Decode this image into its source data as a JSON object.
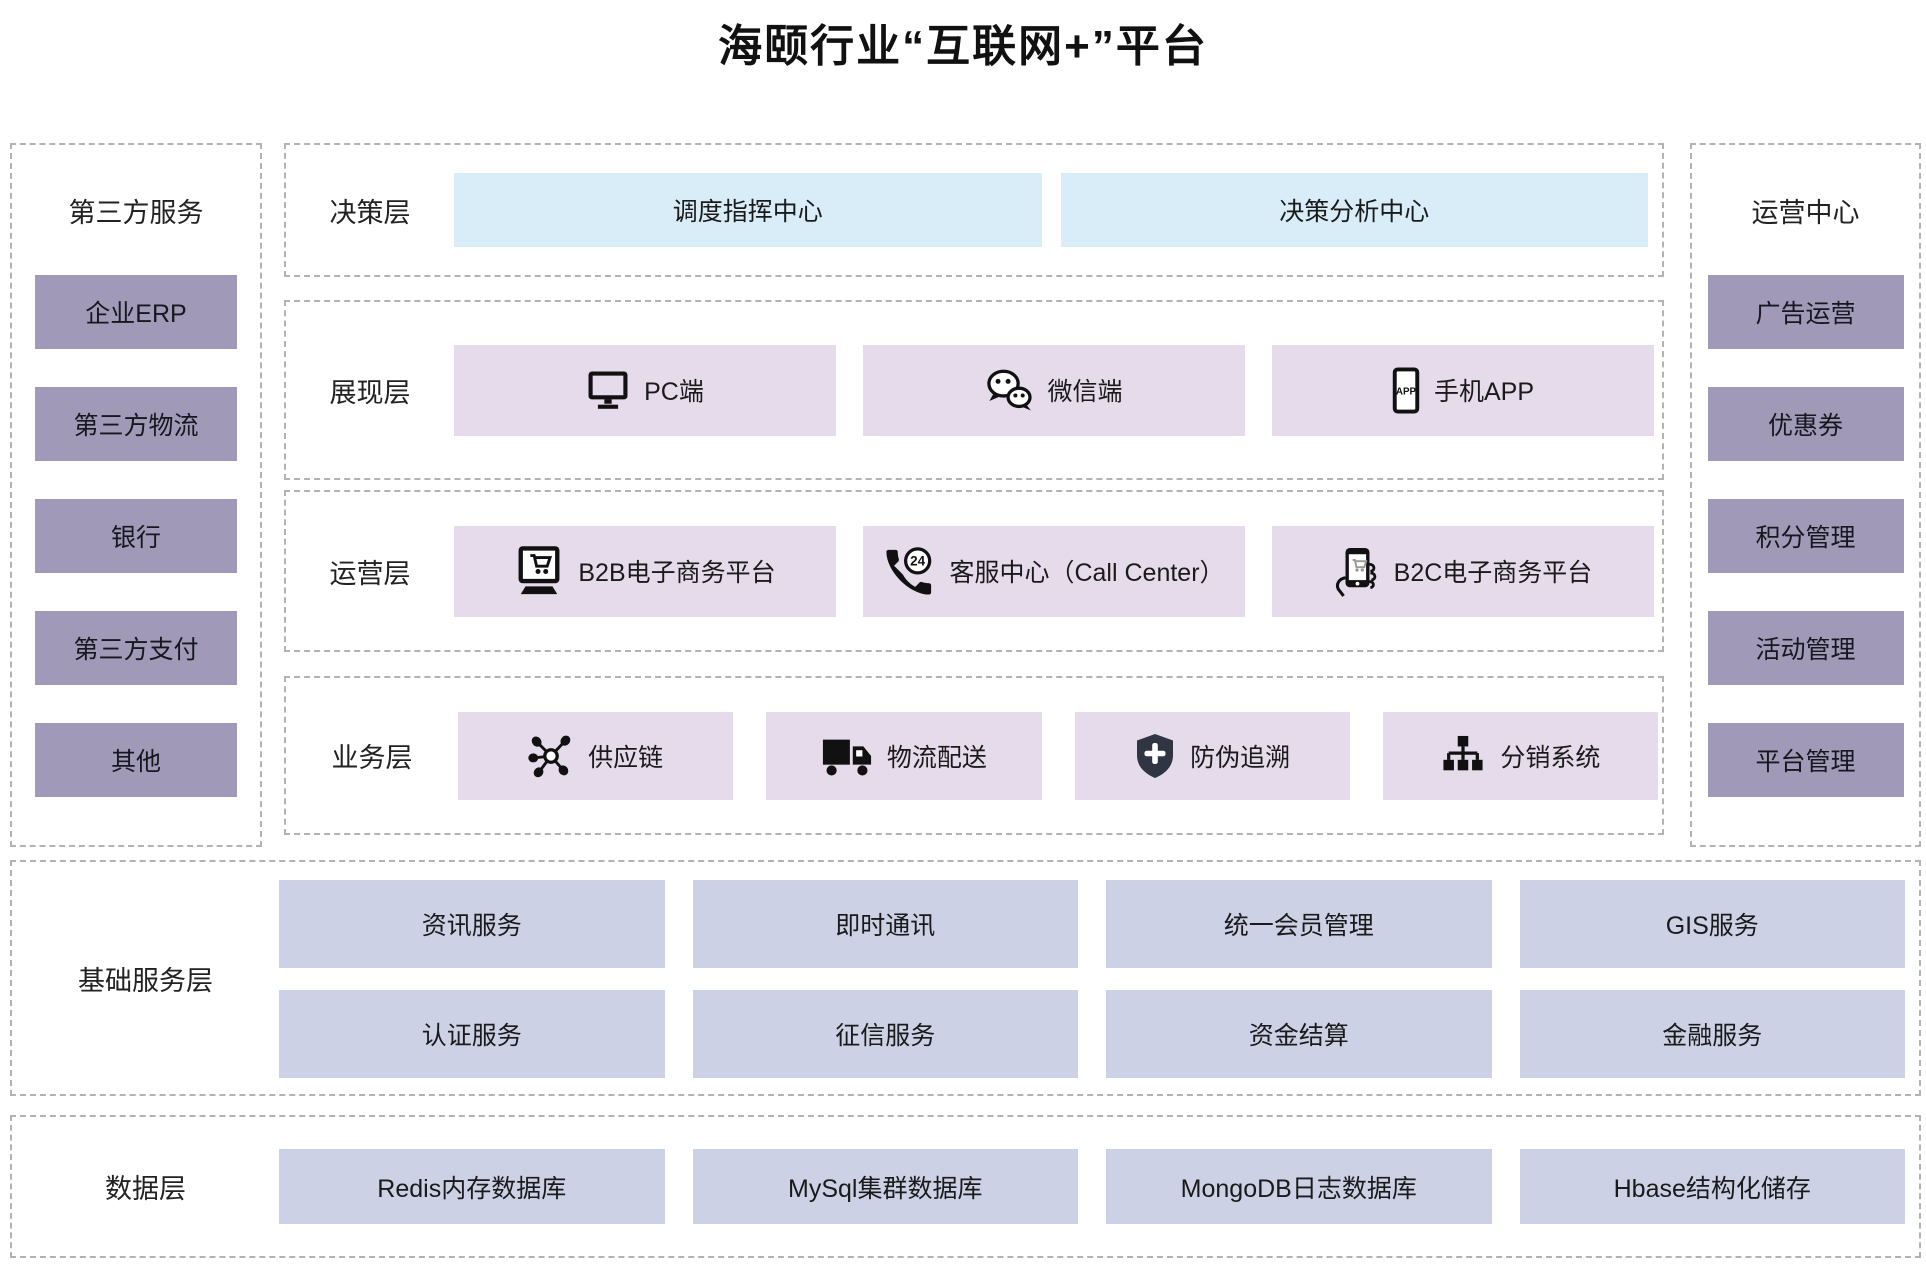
{
  "title": "海颐行业“互联网+”平台",
  "left_sidebar": {
    "title": "第三方服务",
    "items": [
      "企业ERP",
      "第三方物流",
      "银行",
      "第三方支付",
      "其他"
    ]
  },
  "right_sidebar": {
    "title": "运营中心",
    "items": [
      "广告运营",
      "优惠券",
      "积分管理",
      "活动管理",
      "平台管理"
    ]
  },
  "layers": [
    {
      "label": "决策层",
      "items": [
        {
          "label": "调度指挥中心"
        },
        {
          "label": "决策分析中心"
        }
      ]
    },
    {
      "label": "展现层",
      "items": [
        {
          "icon": "pc-icon",
          "label": "PC端"
        },
        {
          "icon": "wechat-icon",
          "label": "微信端"
        },
        {
          "icon": "phone-app-icon",
          "label": "手机APP"
        }
      ]
    },
    {
      "label": "运营层",
      "items": [
        {
          "icon": "b2b-ecommerce-icon",
          "label": "B2B电子商务平台"
        },
        {
          "icon": "callcenter-24-icon",
          "label": "客服中心（Call Center）"
        },
        {
          "icon": "b2c-ecommerce-icon",
          "label": "B2C电子商务平台"
        }
      ]
    },
    {
      "label": "业务层",
      "items": [
        {
          "icon": "supply-chain-icon",
          "label": "供应链"
        },
        {
          "icon": "logistics-truck-icon",
          "label": "物流配送"
        },
        {
          "icon": "anti-counterfeit-shield-icon",
          "label": "防伪追溯"
        },
        {
          "icon": "distribution-tree-icon",
          "label": "分销系统"
        }
      ]
    }
  ],
  "base_service_layer": {
    "label": "基础服务层",
    "rows": [
      [
        "资讯服务",
        "即时通讯",
        "统一会员管理",
        "GIS服务"
      ],
      [
        "认证服务",
        "征信服务",
        "资金结算",
        "金融服务"
      ]
    ]
  },
  "data_layer": {
    "label": "数据层",
    "items": [
      "Redis内存数据库",
      "MySql集群数据库",
      "MongoDB日志数据库",
      "Hbase结构化储存"
    ]
  },
  "colors": {
    "decision_box": "#d9edf8",
    "presentation_box": "#e6dbeb",
    "sidebar_box": "#a09ab8",
    "service_box": "#ccd1e6",
    "dashed_border": "#b3b3b3",
    "text": "#1a1a1a",
    "shield_fill": "#2f3542"
  }
}
